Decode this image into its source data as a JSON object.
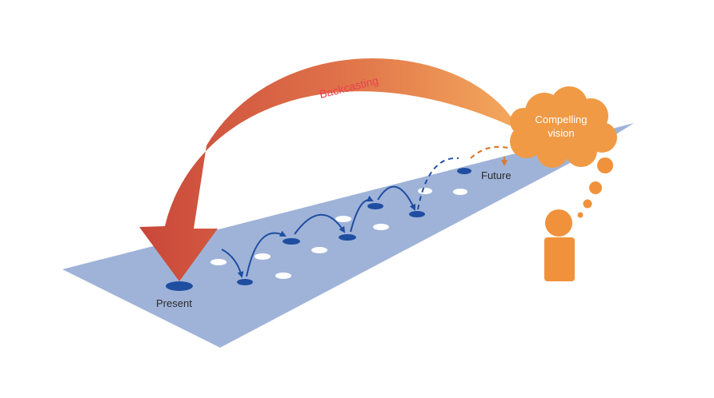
{
  "labels": {
    "backcasting": "Backcasting",
    "vision_line1": "Compelling",
    "vision_line2": "vision",
    "future": "Future",
    "present": "Present"
  },
  "colors": {
    "road": "#9fb3d8",
    "step_dark": "#1f4ea1",
    "step_light": "#ffffff",
    "arrow_start": "#cf4b39",
    "arrow_end": "#f2a35a",
    "cloud": "#f09a45",
    "person": "#f0923b",
    "backcasting_text": "#e8424e",
    "future_dash": "#d97a33",
    "dark_text": "#2b2b2b"
  },
  "icons": [
    "compelling-vision-cloud",
    "thinking-person-icon",
    "backcasting-arrow"
  ]
}
